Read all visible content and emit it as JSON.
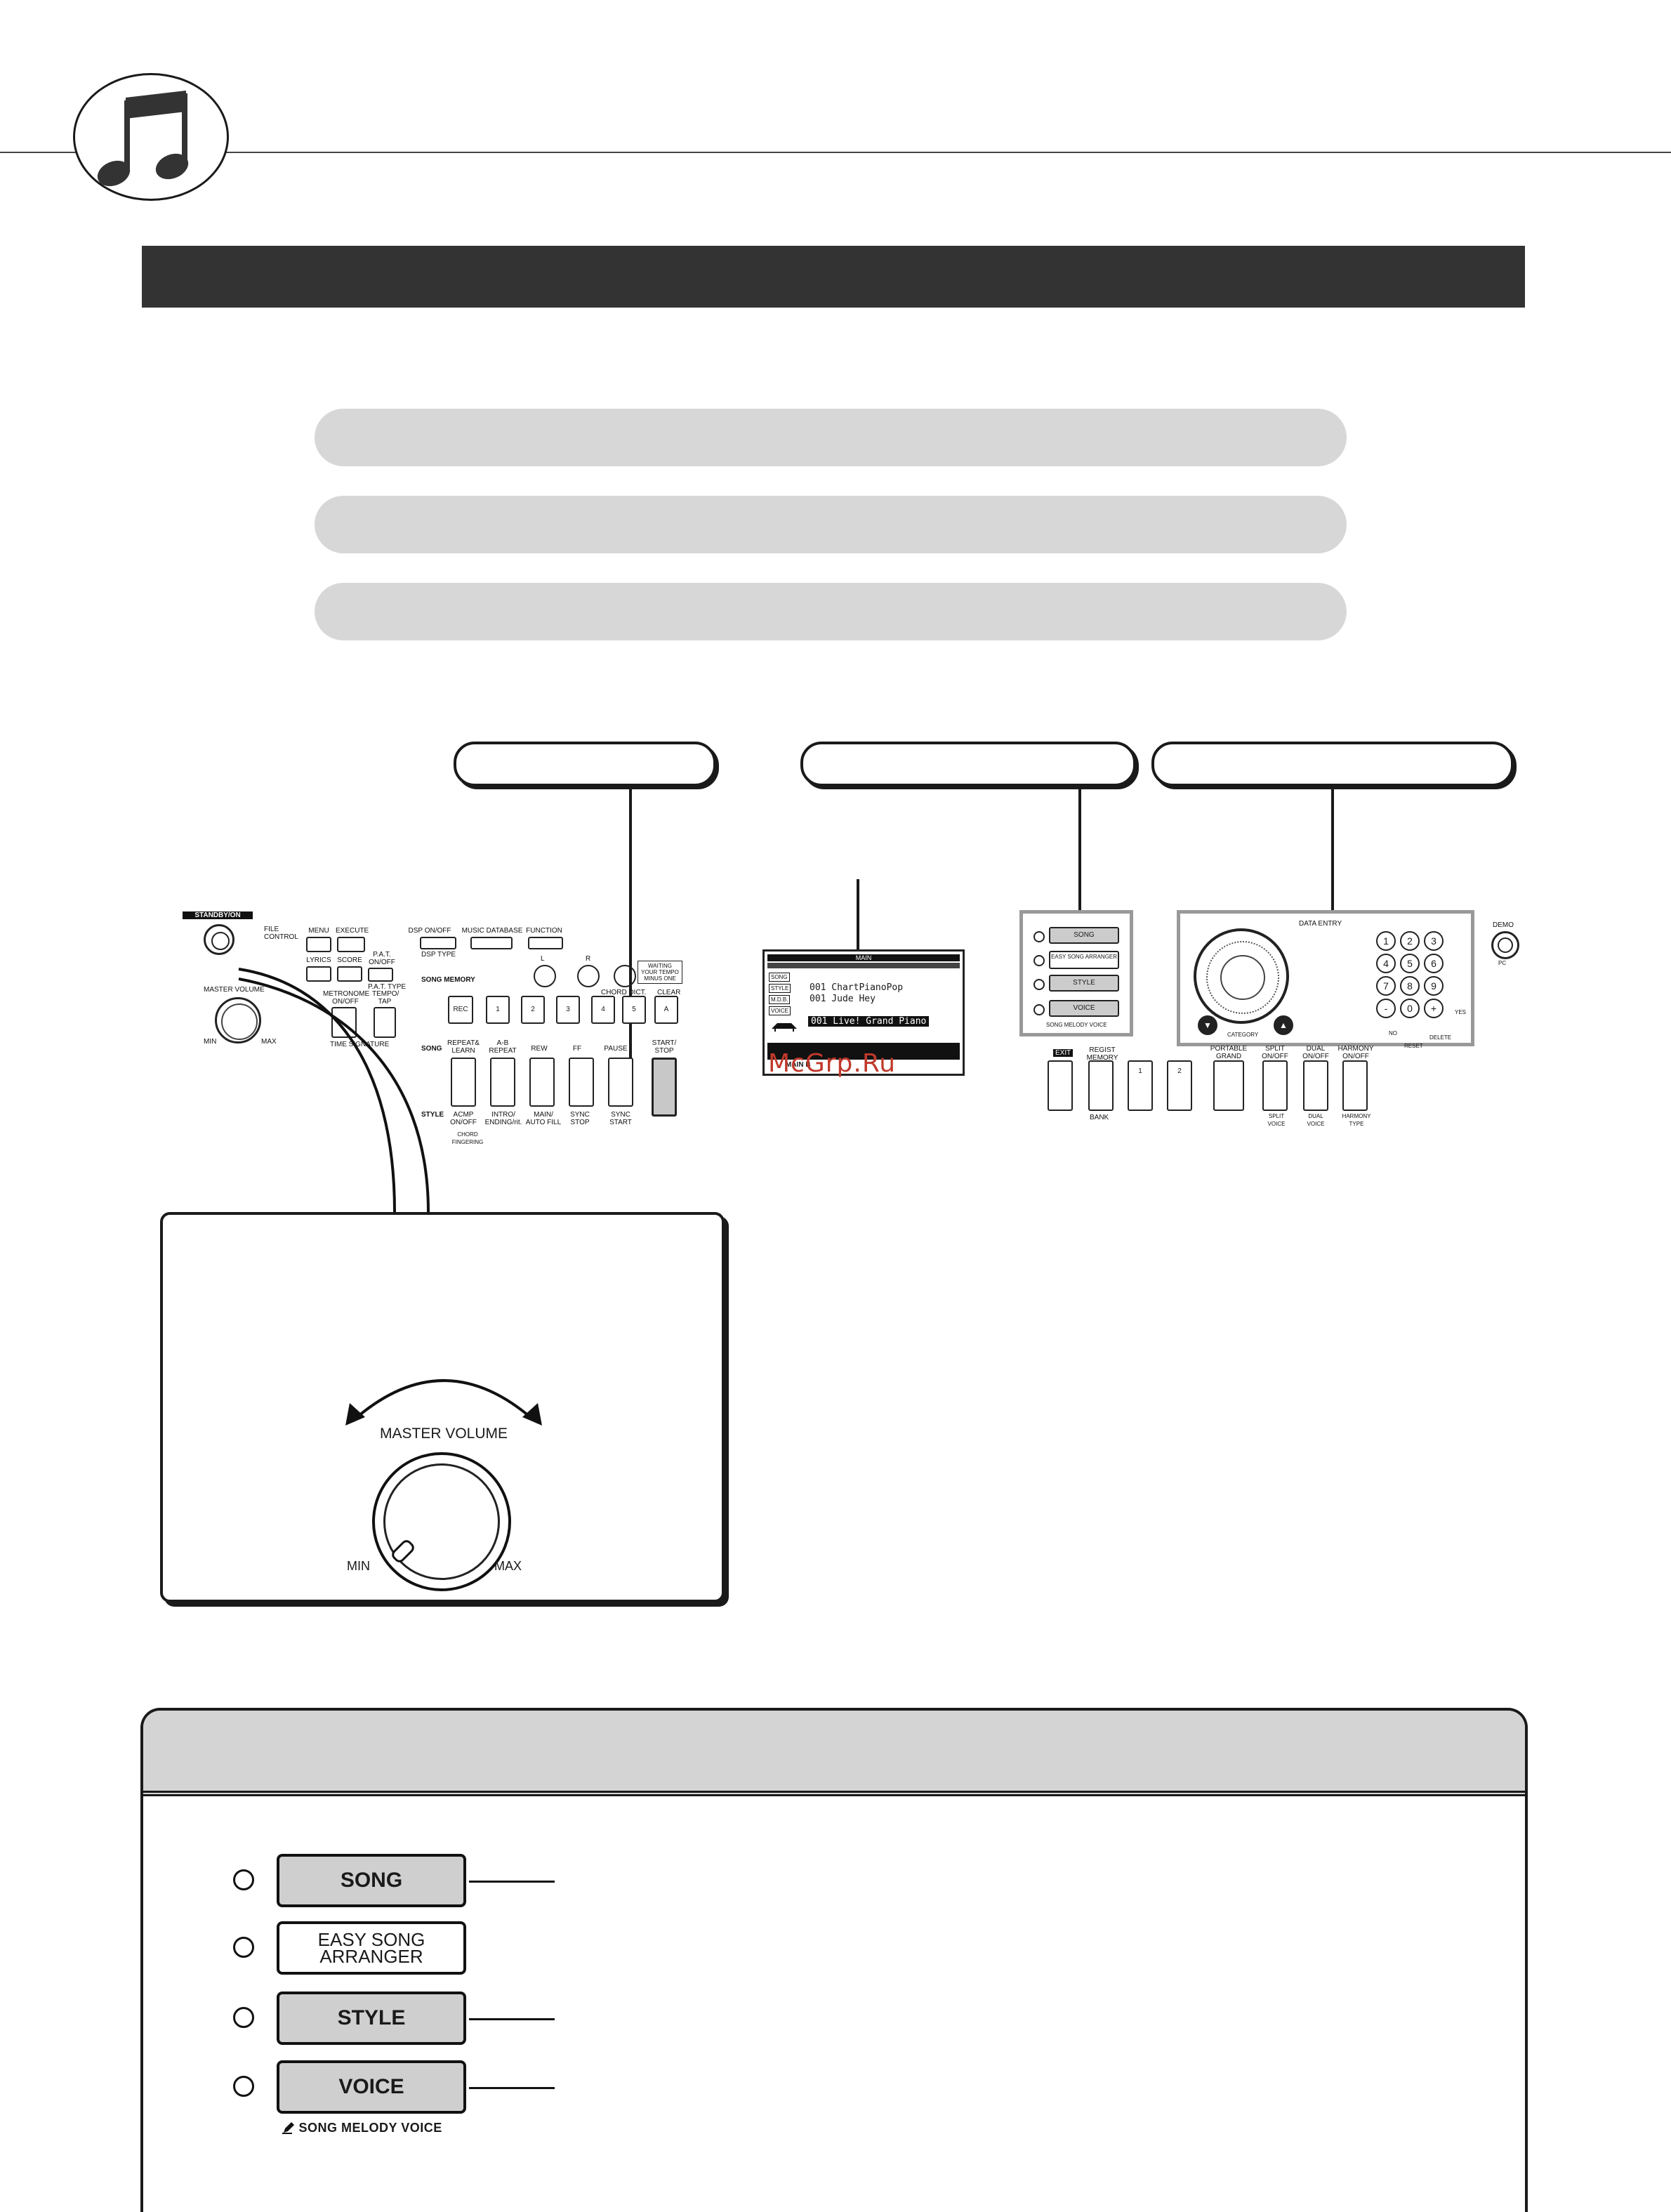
{
  "panel_labels": {
    "standby": "STANDBY/ON",
    "master_volume_small": "MASTER VOLUME",
    "min": "MIN",
    "max": "MAX",
    "file_control": "FILE CONTROL",
    "menu": "MENU",
    "execute": "EXECUTE",
    "dsp": "DSP ON/OFF",
    "dsp_type": "DSP TYPE",
    "music_database": "MUSIC DATABASE",
    "function": "FUNCTION",
    "lyrics": "LYRICS",
    "score": "SCORE",
    "pat": "P.A.T. ON/OFF",
    "pat_type": "P.A.T. TYPE",
    "metronome": "METRONOME ON/OFF",
    "tempo_tap": "TEMPO/ TAP",
    "time_signature": "TIME SIGNATURE",
    "song_memory": "SONG MEMORY",
    "rec": "REC",
    "track_1": "1",
    "track_2": "2",
    "track_3": "3",
    "track_4": "4",
    "track_5": "5",
    "track_a": "A",
    "track_l": "L",
    "track_r": "R",
    "clear": "CLEAR",
    "waiting": "WAITING YOUR TEMPO MINUS ONE",
    "chord_dict": "CHORD DICT.",
    "song": "SONG",
    "style": "STYLE",
    "repeat_learn": "REPEAT& LEARN",
    "ab_repeat": "A-B REPEAT",
    "rew": "REW",
    "ff": "FF",
    "pause": "PAUSE",
    "start_stop": "START/ STOP",
    "acmp": "ACMP ON/OFF",
    "intro_ending": "INTRO/ ENDING/rit.",
    "main_autofill": "MAIN/ AUTO FILL",
    "sync_stop": "SYNC STOP",
    "sync_start": "SYNC START",
    "chord_fingering": "CHORD FINGERING",
    "song_btn": "SONG",
    "easy_song_arranger_btn": "EASY SONG ARRANGER",
    "style_btn": "STYLE",
    "voice_btn": "VOICE",
    "song_melody_voice": "SONG MELODY VOICE",
    "data_entry": "DATA ENTRY",
    "category": "CATEGORY",
    "demo": "DEMO",
    "pc": "PC",
    "exit": "EXIT",
    "regist_memory": "REGIST MEMORY",
    "bank": "BANK",
    "mem_1": "1",
    "mem_2": "2",
    "portable_grand": "PORTABLE GRAND",
    "split": "SPLIT ON/OFF",
    "split_voice": "SPLIT VOICE",
    "dual": "DUAL ON/OFF",
    "dual_voice": "DUAL VOICE",
    "harmony": "HARMONY ON/OFF",
    "harmony_type": "HARMONY TYPE",
    "no": "NO",
    "yes": "YES",
    "delete": "DELETE",
    "reset": "RESET",
    "numpad": [
      "1",
      "2",
      "3",
      "4",
      "5",
      "6",
      "7",
      "8",
      "9",
      "-",
      "0",
      "+"
    ]
  },
  "lcd": {
    "header": "MAIN",
    "song_tag": "SONG",
    "style_tag": "STYLE",
    "mdb_tag": "M.D.B.",
    "voice_tag": "VOICE",
    "style_name": "001 ChartPianoPop",
    "mdb_name": "001 Jude Hey",
    "voice_name": "001 Live! Grand Piano",
    "main_label": "MAIN B"
  },
  "watermark": "McGrp.Ru",
  "zoom_panel": {
    "master_volume": "MASTER VOLUME",
    "min": "MIN",
    "max": "MAX"
  },
  "bottom_panel": {
    "buttons": [
      {
        "label": "SONG",
        "style": "gray",
        "has_leader": true
      },
      {
        "label": "EASY SONG ARRANGER",
        "style": "white",
        "has_leader": false
      },
      {
        "label": "STYLE",
        "style": "gray",
        "has_leader": true
      },
      {
        "label": "VOICE",
        "style": "gray",
        "has_leader": true
      }
    ],
    "caption": "SONG MELODY VOICE"
  },
  "colors": {
    "section_bar": "#333333",
    "pill": "#d7d7d7",
    "button_gray": "#cfcfcf",
    "watermark": "#c0392b"
  }
}
